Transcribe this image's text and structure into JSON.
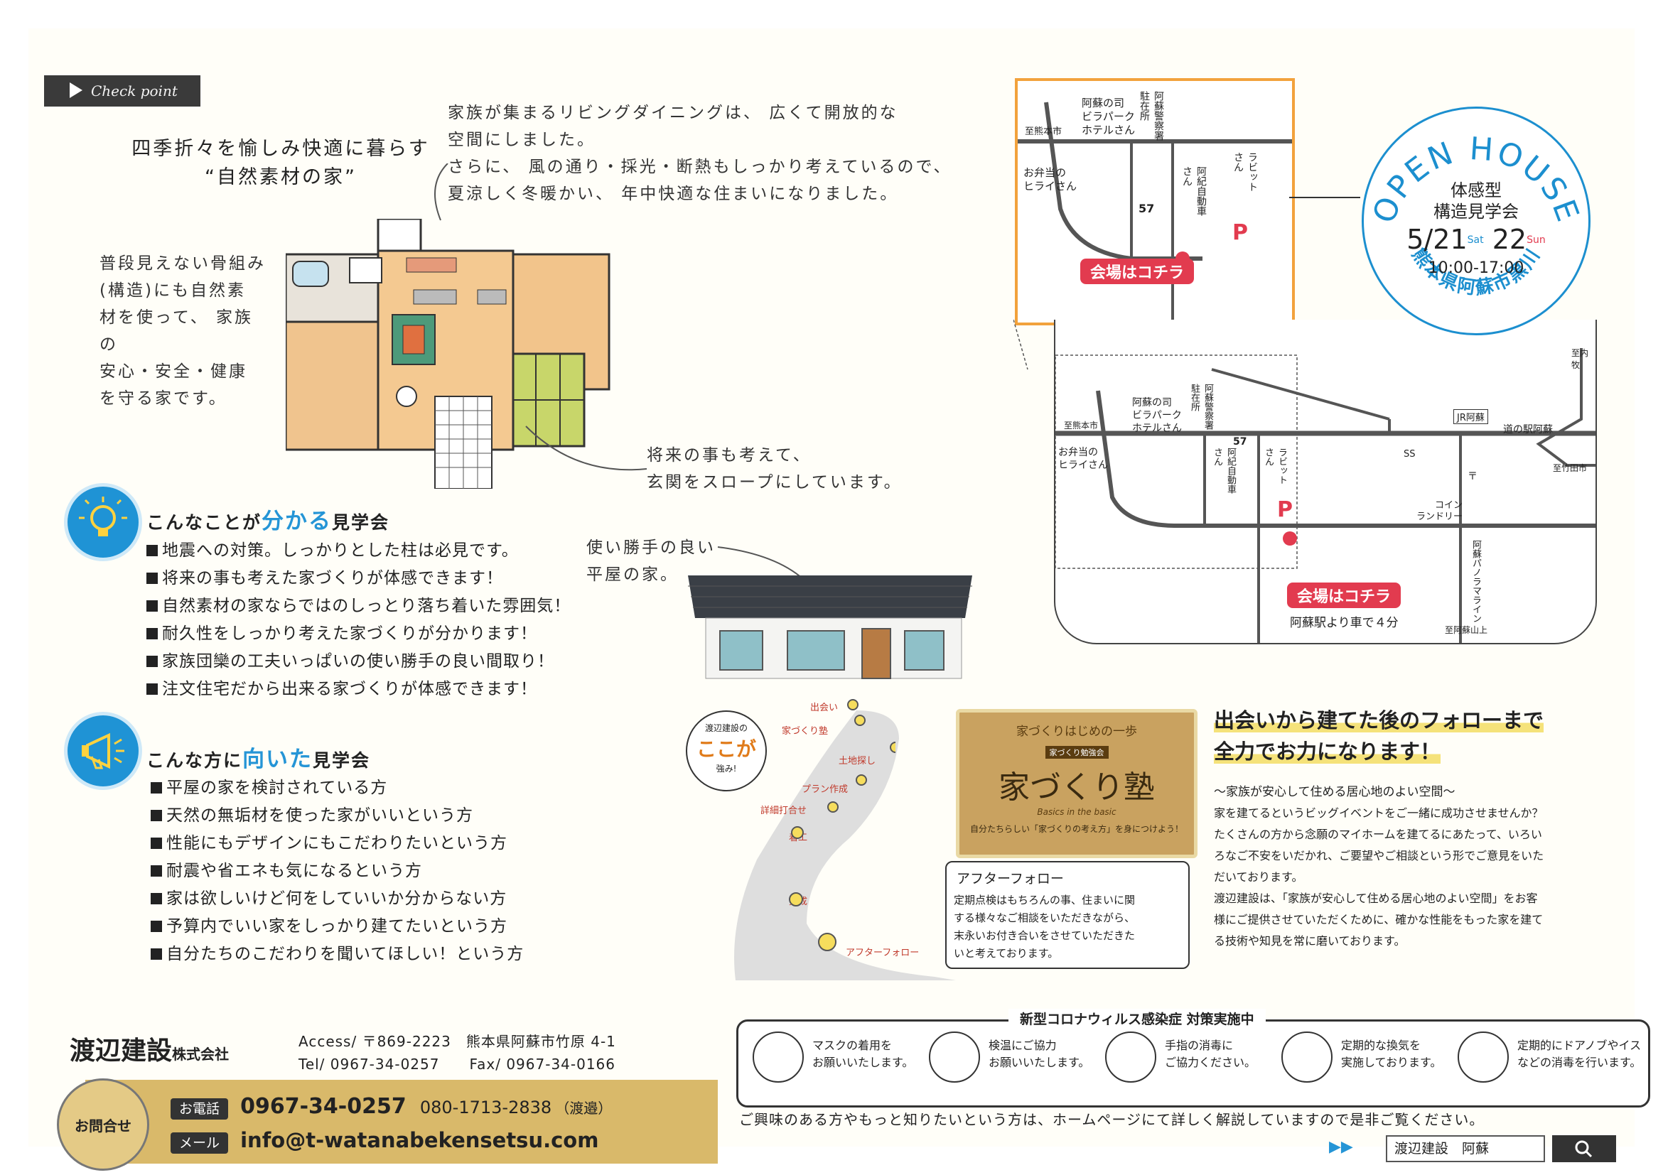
{
  "checkpoint": {
    "label": "Check point"
  },
  "headline": {
    "line1": "四季折々を愉しみ快適に暮らす",
    "line2": "“自然素材の家”"
  },
  "notes": {
    "top": [
      "家族が集まるリビングダイニングは、 広くて開放的な",
      "空間にしました。",
      "さらに、 風の通り・採光・断熱もしっかり考えているので、",
      "夏涼しく冬暖かい、 年中快適な住まいになりました。"
    ],
    "left": [
      "普段見えない骨組み",
      "(構造)にも自然素",
      "材を使って、 家族の",
      "安心・安全・健康",
      "を守る家です。"
    ],
    "slope": [
      "将来の事も考えて、",
      "玄関をスロープにしています。"
    ],
    "hiraya": [
      "使い勝手の良い",
      "平屋の家。"
    ]
  },
  "section1": {
    "pre": "こんなことが",
    "hl": "分かる",
    "post": "見学会",
    "items": [
      "地震への対策。しっかりとした柱は必見です。",
      "将来の事も考えた家づくりが体感できます！",
      "自然素材の家ならではのしっとり落ち着いた雰囲気！",
      "耐久性をしっかり考えた家づくりが分かります！",
      "家族団欒の工夫いっぱいの使い勝手の良い間取り！",
      "注文住宅だから出来る家づくりが体感できます！"
    ]
  },
  "section2": {
    "pre": "こんな方に",
    "hl": "向いた",
    "post": "見学会",
    "items": [
      "平屋の家を検討されている方",
      "天然の無垢材を使った家がいいという方",
      "性能にもデザインにもこだわりたいという方",
      "耐震や省エネも気になるという方",
      "家は欲しいけど何をしていいか分からない方",
      "予算内でいい家をしっかり建てたいという方",
      "自分たちのこだわりを聞いてほしい！という方"
    ]
  },
  "map_small": {
    "labels": {
      "hotel": [
        "阿蘇の司",
        "ビラパーク",
        "ホテルさん"
      ],
      "police": [
        "阿蘇警察署",
        "駐在所"
      ],
      "kumamoto": "至熊本市",
      "bento": [
        "お弁当の",
        "ヒライさん"
      ],
      "route": "57",
      "car": [
        "阿紀自動車",
        "さん"
      ],
      "rabbit": [
        "ラビット",
        "さん"
      ],
      "parking": "P",
      "venue": "会場はコチラ"
    }
  },
  "map_large": {
    "labels": {
      "hotel": [
        "阿蘇の司",
        "ビラパーク",
        "ホテルさん"
      ],
      "police": [
        "阿蘇警察署",
        "駐在所"
      ],
      "kumamoto": "至熊本市",
      "bento": [
        "お弁当の",
        "ヒライさん"
      ],
      "route": "57",
      "car": [
        "阿紀自動車",
        "さん"
      ],
      "rabbit": [
        "ラビット",
        "さん"
      ],
      "parking": "P",
      "venue": "会場はコチラ",
      "station_note": "阿蘇駅より車で４分",
      "jr": "JR阿蘇",
      "michinoeki": "道の駅阿蘇",
      "uchinomaki": "至内牧",
      "takeda": "至竹田市",
      "ss": "SS",
      "coin": [
        "コイン",
        "ランドリー"
      ],
      "panorama": "阿蘇パノラマライン",
      "asosan": "至阿蘇山上",
      "post": "〒"
    }
  },
  "open_house": {
    "arc": "OPEN HOUSE",
    "sub1": "体感型",
    "sub2": "構造見学会",
    "date1": "5/21",
    "day1": "Sat",
    "date2": "22",
    "day2": "Sun",
    "time": "10:00-17:00",
    "place": "熊本県阿蘇市黒川"
  },
  "road": {
    "badge_top": "渡辺建設の",
    "badge_main": "ここが",
    "badge_bottom": "強み!",
    "stops": [
      "出会い",
      "家づくり塾",
      "土地探し",
      "プラン作成",
      "詳細打合せ",
      "着工",
      "完成",
      "アフターフォロー"
    ]
  },
  "juku": {
    "banner": "家づくりはじめの一歩",
    "small": "家づくり勉強会",
    "title": "家づくり塾",
    "sub": "Basics in the basic",
    "bottom": "自分たちらしい「家づくりの考え方」を身につけよう！"
  },
  "after": {
    "title": "アフターフォロー",
    "lines": [
      "定期点検はもちろんの事、住まいに関",
      "する様々なご相談をいただきながら、",
      "末永いお付き合いをさせていただきた",
      "いと考えております。"
    ]
  },
  "follow": {
    "head1": "出会いから建てた後のフォローまで",
    "head2": "全力でお力になります！",
    "sub": "〜家族が安心して住める居心地のよい空間〜",
    "para": [
      "家を建てるというビッグイベントをご一緒に成功させませんか？",
      "たくさんの方から念願のマイホームを建てるにあたって、いろい",
      "ろなご不安をいだかれ、ご要望やご相談という形でご意見をいた",
      "だいております。",
      "渡辺建設は、「家族が安心して住める居心地のよい空間」をお客",
      "様にご提供させていただくために、確かな性能をもった家を建て",
      "る技術や知見を常に磨いております。"
    ]
  },
  "company": {
    "name": "渡辺建設",
    "suffix": "株式会社",
    "access_label": "Access/",
    "zip": "〒869-2223",
    "address": "熊本県阿蘇市竹原 4-1",
    "tel_label": "Tel/",
    "tel": "0967-34-0257",
    "fax_label": "Fax/",
    "fax": "0967-34-0166"
  },
  "contact": {
    "badge": "お問合せ",
    "phone_label": "お電話",
    "phone": "0967-34-0257",
    "mobile": "080-1713-2838",
    "mobile_name": "（渡邉）",
    "mail_label": "メール",
    "mail": "info@t-watanabekensetsu.com"
  },
  "covid": {
    "title": "新型コロナウィルス感染症 対策実施中",
    "items": [
      [
        "マスクの着用を",
        "お願いいたします。"
      ],
      [
        "検温にご協力",
        "お願いいたします。"
      ],
      [
        "手指の消毒に",
        "ご協力ください。"
      ],
      [
        "定期的な換気を",
        "実施しております。"
      ],
      [
        "定期的にドアノブやイス",
        "などの消毒を行います。"
      ]
    ]
  },
  "web": {
    "note": "ご興味のある方やもっと知りたいという方は、ホームページにて詳しく解説していますので是非ご覧ください。",
    "search": "渡辺建設　阿蘇"
  },
  "colors": {
    "accent_blue": "#2595d6",
    "badge_red": "#e23b4f",
    "gold": "#d9b96a",
    "map_orange": "#f2a23c"
  }
}
